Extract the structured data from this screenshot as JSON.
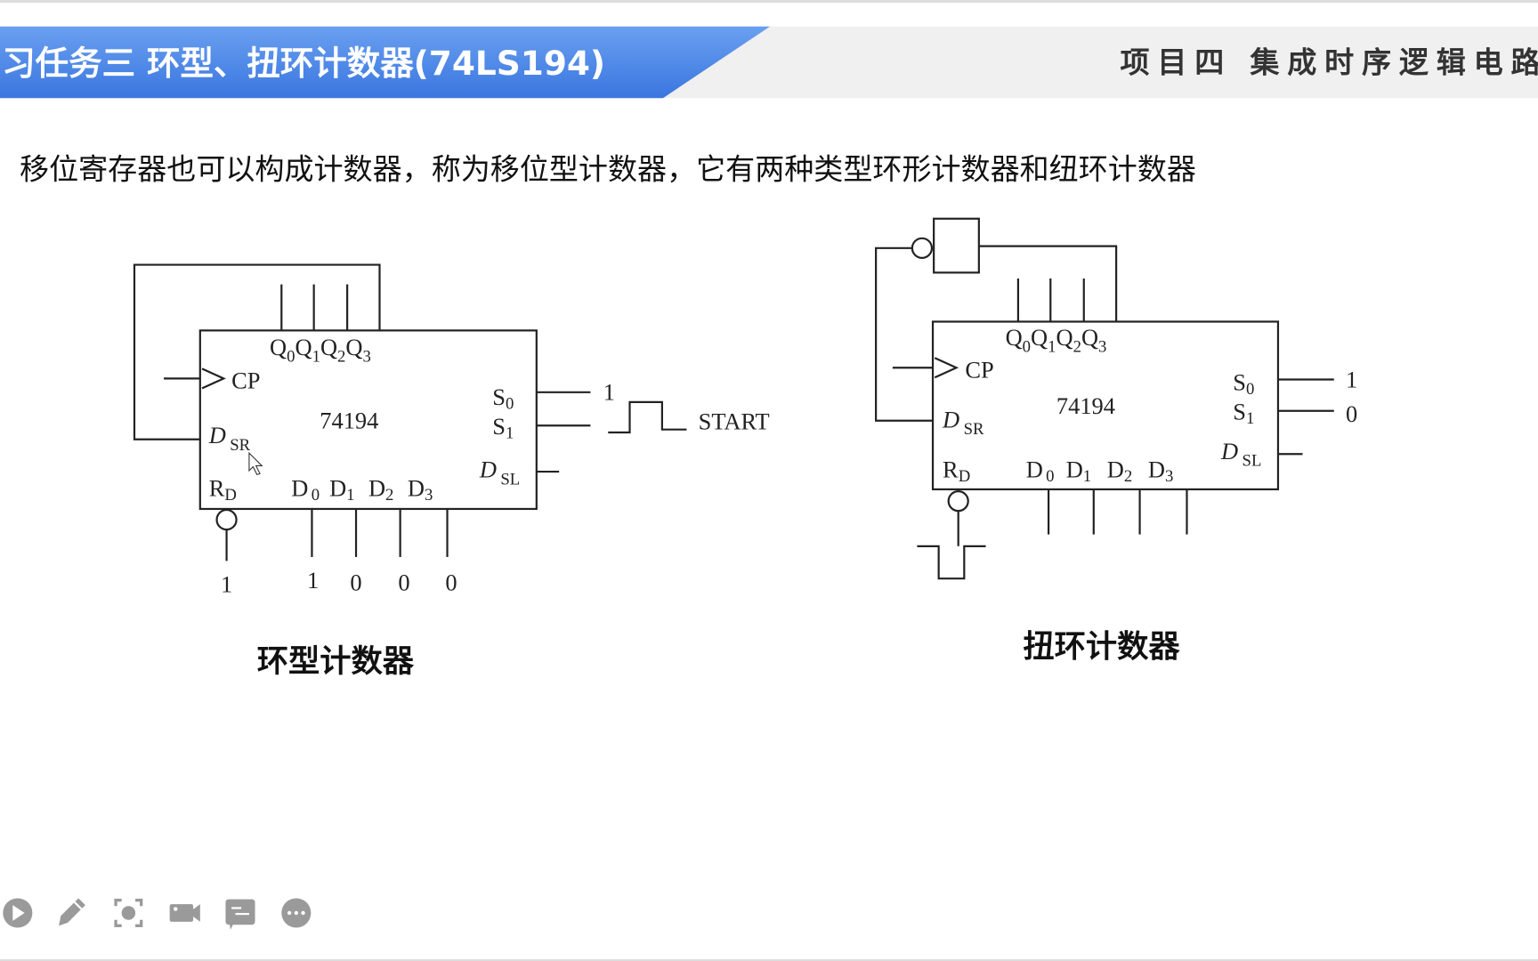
{
  "header": {
    "title": "习任务三  环型、扭环计数器(74LS194)",
    "project": "项目四  集成时序逻辑电路",
    "accent_color": "#4a86e8"
  },
  "intro_text": "移位寄存器也可以构成计数器，称为移位型计数器，它有两种类型环形计数器和纽环计数器",
  "ring_counter": {
    "caption": "环型计数器",
    "chip": "74194",
    "q": [
      "Q",
      "0",
      "Q",
      "1",
      "Q",
      "2",
      "Q",
      "3"
    ],
    "cp": "CP",
    "dsr": [
      "D",
      "SR"
    ],
    "dsl": [
      "D",
      "SL"
    ],
    "rd": [
      "R",
      "D"
    ],
    "s0": [
      "S",
      "0"
    ],
    "s1": [
      "S",
      "1"
    ],
    "d": [
      "D",
      "0",
      "D",
      "1",
      "D",
      "2",
      "D",
      "3"
    ],
    "s0_value": "1",
    "start_label": "START",
    "rd_value": "1",
    "d_values": [
      "1",
      "0",
      "0",
      "0"
    ]
  },
  "twisted_ring_counter": {
    "caption": "扭环计数器",
    "chip": "74194",
    "q": [
      "Q",
      "0",
      "Q",
      "1",
      "Q",
      "2",
      "Q",
      "3"
    ],
    "cp": "CP",
    "dsr": [
      "D",
      "SR"
    ],
    "dsl": [
      "D",
      "SL"
    ],
    "rd": [
      "R",
      "D"
    ],
    "s0": [
      "S",
      "0"
    ],
    "s1": [
      "S",
      "1"
    ],
    "d": [
      "D",
      "0",
      "D",
      "1",
      "D",
      "2",
      "D",
      "3"
    ],
    "s0_value": "1",
    "s1_value": "0"
  },
  "toolbar": {
    "icons": [
      "play-icon",
      "pen-icon",
      "screenshot-icon",
      "camera-icon",
      "comment-icon",
      "more-icon"
    ]
  }
}
